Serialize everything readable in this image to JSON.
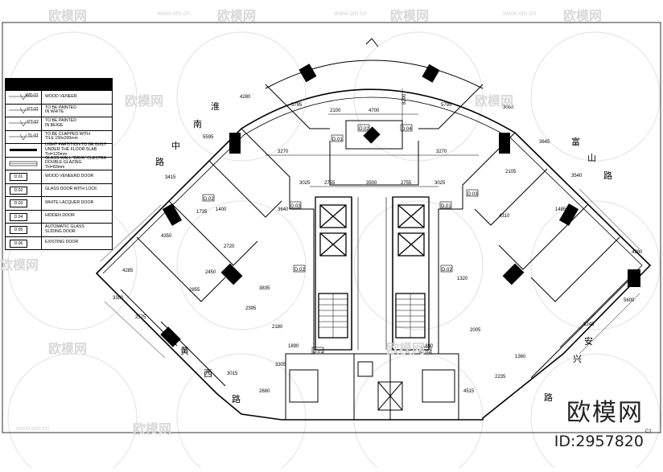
{
  "watermark": {
    "brand": "欧模网",
    "site": "www.om.cn",
    "id": "ID:2957820"
  },
  "legend": {
    "items": [
      {
        "code": "WD-01",
        "text": "WOOD VENEER"
      },
      {
        "code": "PT-01",
        "text": "TO BE PAINTED\nIN WHITE"
      },
      {
        "code": "PT-02",
        "text": "TO BE PAINTED\nIN BEIGE"
      },
      {
        "code": "TL-01",
        "text": "TO BE CLAPPED WITH\nTILE 150x200mm"
      },
      {
        "code": "",
        "text": "LIGHT PARTITION TO BE BUILT\nUNDER THE FLOOR SLAB\nTH=120mm"
      },
      {
        "code": "",
        "text": "GLASS WALL \"BAYA\" CLESTRA\nDOUBLE GLAZING\nTH=83mm"
      },
      {
        "code": "D.01",
        "text": "WOOD VENEERD DOOR"
      },
      {
        "code": "D.02",
        "text": "GLASS DOOR WITH LOCK"
      },
      {
        "code": "D.03",
        "text": "WHITE LACQUER DOOR"
      },
      {
        "code": "D.04",
        "text": "HIDDEN DOOR"
      },
      {
        "code": "D.05",
        "text": "AUTOMATIC GLASS\nSLIDING DOOR"
      },
      {
        "code": "D.06",
        "text": "EXISTING DOOR"
      }
    ]
  },
  "roads": {
    "upper_left": [
      "路",
      "中",
      "南",
      "淮"
    ],
    "lower_left": [
      "路",
      "西",
      "黄"
    ],
    "upper_right": [
      "路",
      "山",
      "富"
    ],
    "lower_right": [
      "路",
      "兴",
      "安"
    ]
  },
  "dimensions": {
    "top": [
      "2100",
      "4700",
      "8290",
      "3270",
      "3270",
      "2755",
      "3500",
      "2755",
      "3025",
      "3025",
      "5795",
      "5795"
    ],
    "misc": [
      "4280",
      "5595",
      "3415",
      "1735",
      "1400",
      "4350",
      "2720",
      "3640",
      "4285",
      "3350",
      "2575",
      "2855",
      "2450",
      "2395",
      "3835",
      "2180",
      "1890",
      "1890",
      "3305",
      "2680",
      "3015",
      "4515",
      "1360",
      "2235",
      "2005",
      "3245",
      "5600",
      "4280",
      "3080",
      "3645",
      "3540",
      "4310",
      "2105",
      "1485",
      "1320"
    ]
  },
  "door_tags": [
    "D.01",
    "D.02",
    "D.03",
    "D.04"
  ],
  "misc_labels": [
    "C1"
  ]
}
